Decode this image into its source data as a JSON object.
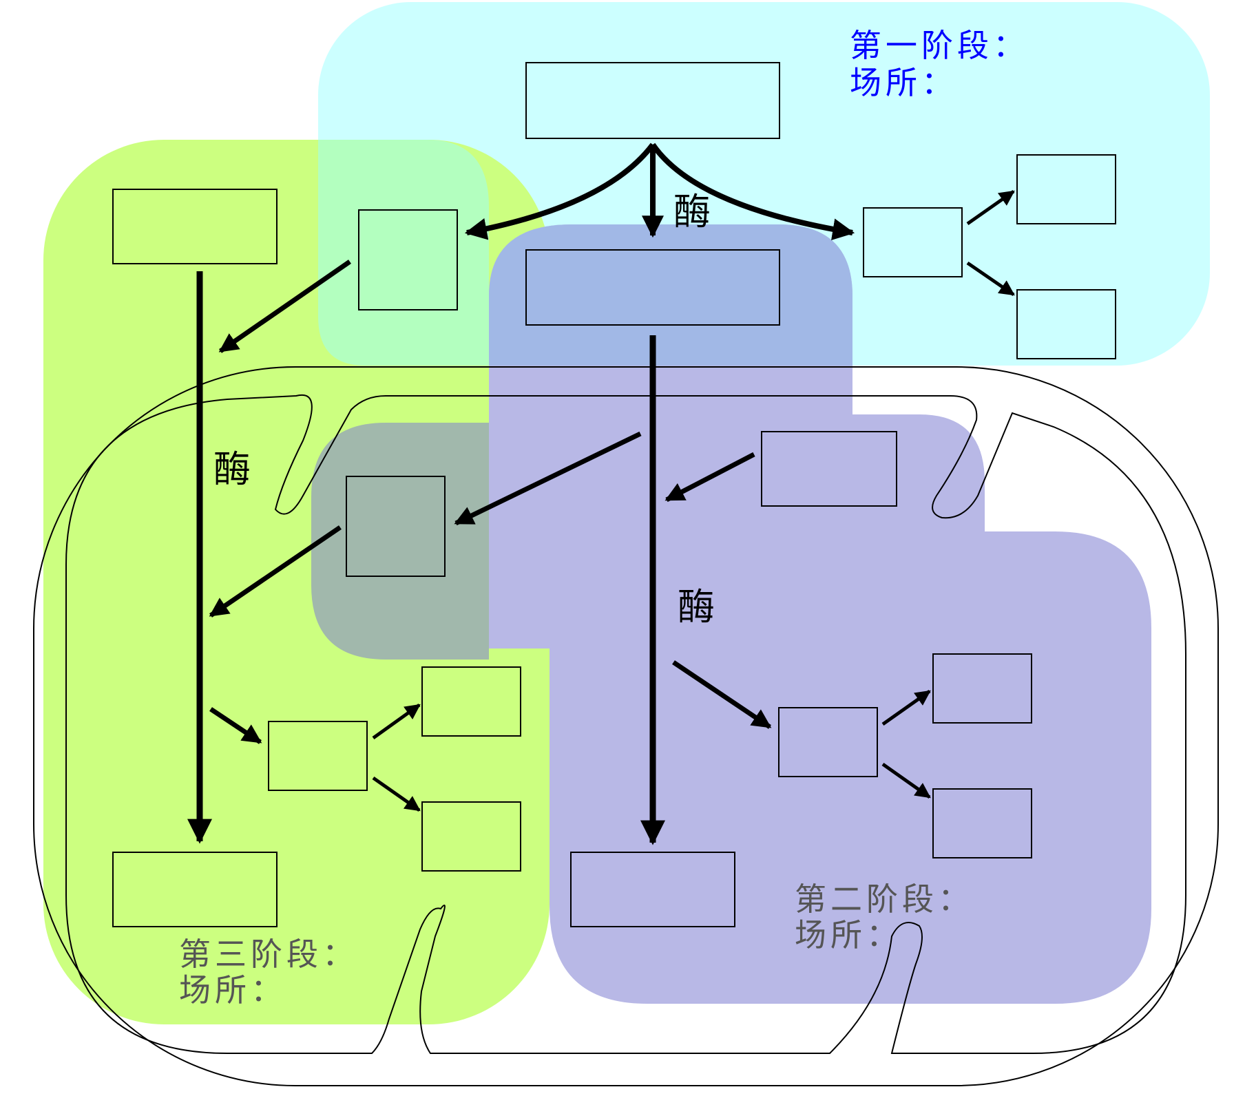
{
  "stage1": {
    "title": "第一阶段：",
    "place": "场所：",
    "color": "#0000ff"
  },
  "stage2": {
    "title": "第二阶段：",
    "place": "场所：",
    "color": "#555555"
  },
  "stage3": {
    "title": "第三阶段：",
    "place": "场所：",
    "color": "#555555"
  },
  "enzyme": "酶",
  "colors": {
    "cytoplasm_region": "#ccffff",
    "mito_matrix_region": "#b8b8e6",
    "inner_membrane_region": "#ccff80",
    "stage1_stage2_overlap": "#a1b8e6",
    "stage1_stage3_overlap": "#b3ffbf",
    "stage2_stage3_overlap": "#a1b8ac"
  }
}
